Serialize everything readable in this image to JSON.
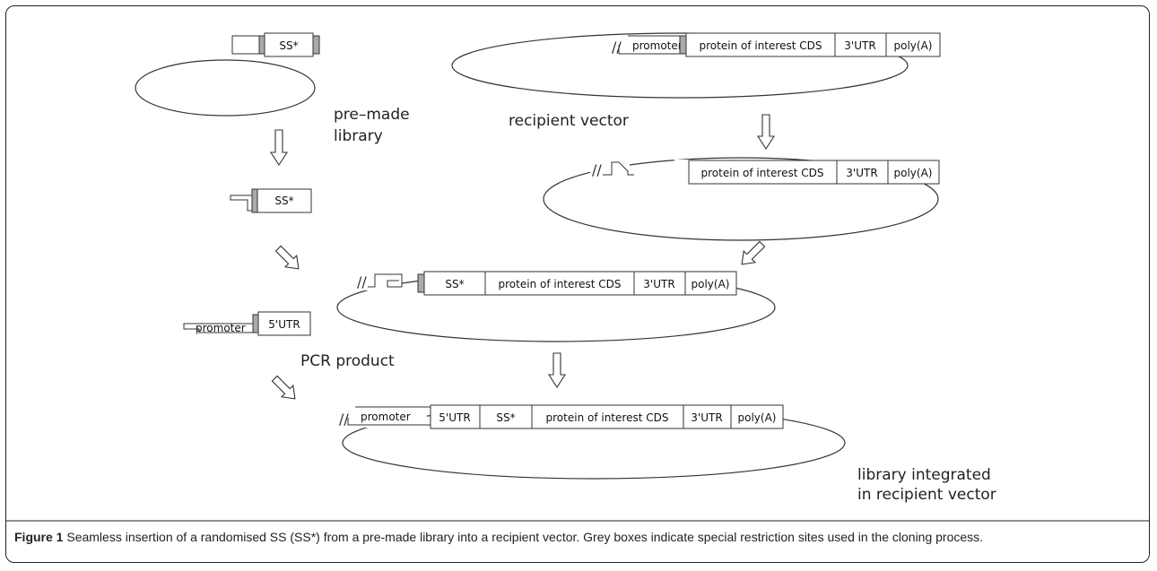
{
  "figure": {
    "caption_label": "Figure 1",
    "caption_text": " Seamless insertion of a randomised SS (SS*) from a pre-made library into a recipient vector. Grey boxes indicate special restriction sites used in the cloning process."
  },
  "labels": {
    "ss": "SS*",
    "promoter": "promoter",
    "cds": "protein of interest CDS",
    "utr3": "3'UTR",
    "polya": "poly(A)",
    "utr5": "5'UTR",
    "premade_line1": "pre–made",
    "premade_line2": "library",
    "recipient": "recipient vector",
    "pcr": "PCR product",
    "final_line1": "library integrated",
    "final_line2": "in recipient vector"
  }
}
